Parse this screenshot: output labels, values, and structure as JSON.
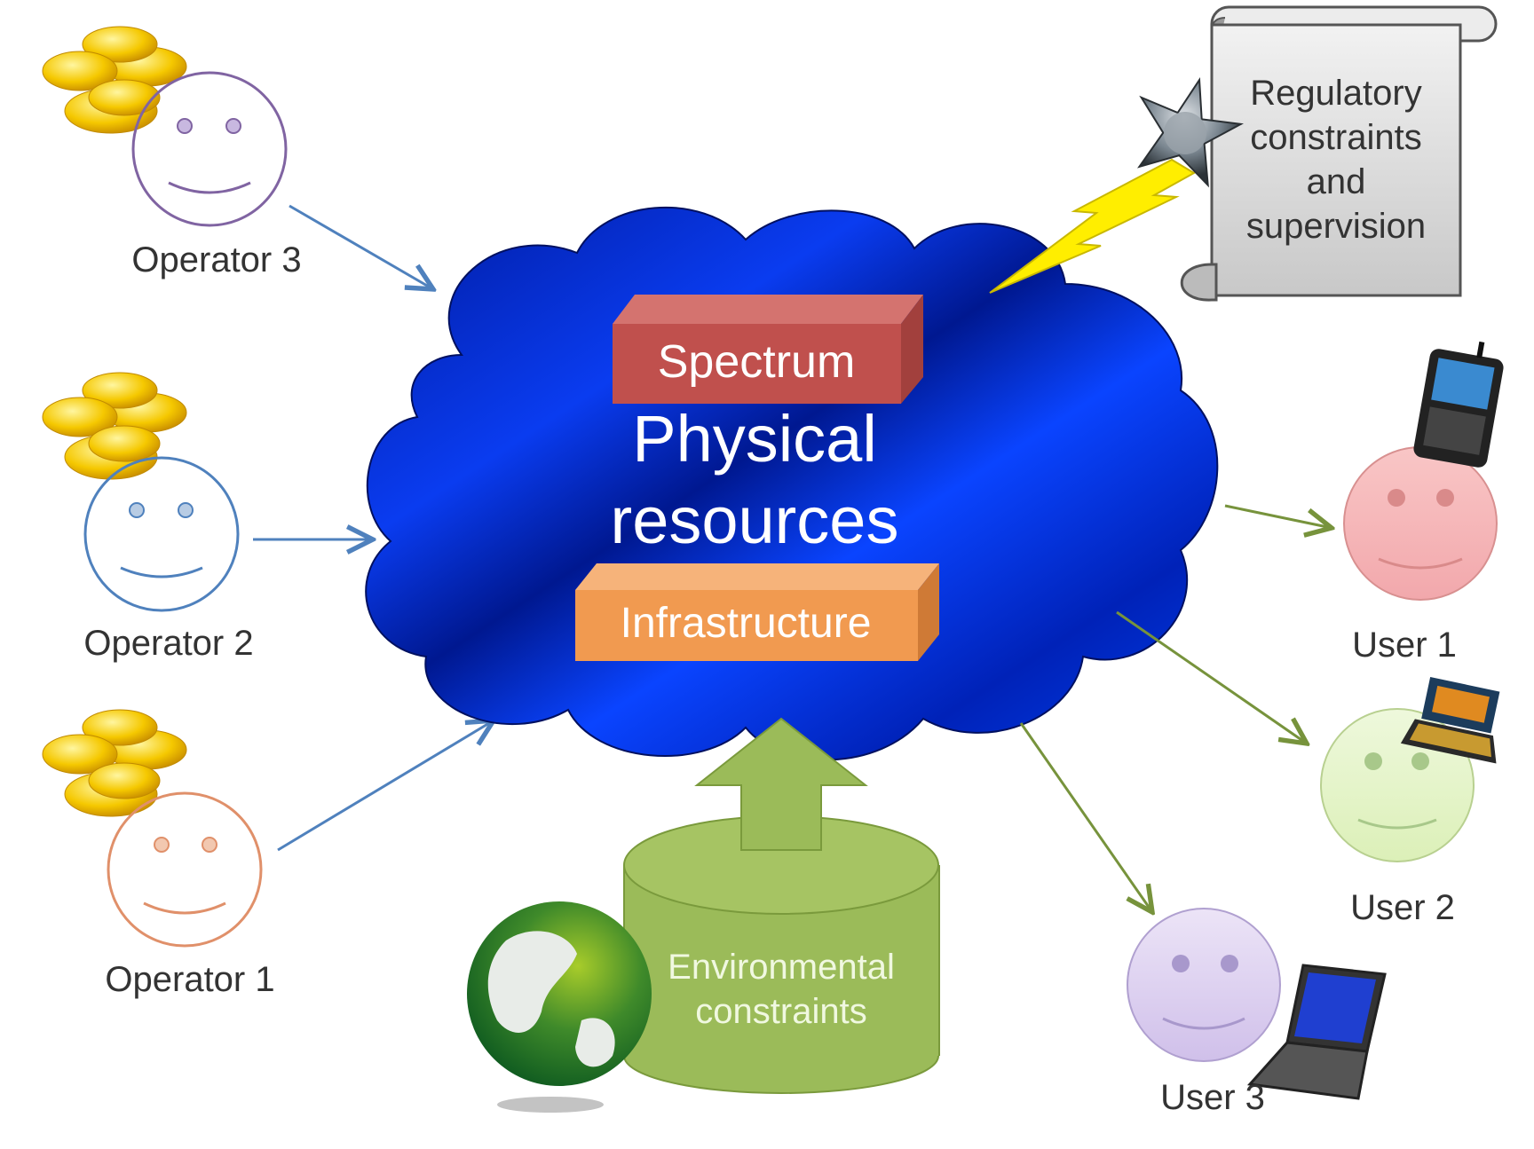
{
  "diagram": {
    "cloud": {
      "title_line1": "Physical",
      "title_line2": "resources",
      "color": "#0a2fd8"
    },
    "blocks": {
      "spectrum": {
        "label": "Spectrum",
        "color": "#c0504d"
      },
      "infrastructure": {
        "label": "Infrastructure",
        "color": "#f19a50"
      }
    },
    "regulatory": {
      "line1": "Regulatory",
      "line2": "constraints",
      "line3": "and",
      "line4": "supervision"
    },
    "environment": {
      "line1": "Environmental",
      "line2": "constraints",
      "color": "#9bbb59"
    },
    "operators": [
      {
        "label": "Operator 3",
        "color": "#8064a2"
      },
      {
        "label": "Operator 2",
        "color": "#4f81bd"
      },
      {
        "label": "Operator 1",
        "color": "#e0906a"
      }
    ],
    "users": [
      {
        "label": "User 1",
        "device": "smartphone",
        "color": "#f7b8b8"
      },
      {
        "label": "User 2",
        "device": "pda",
        "color": "#e3f5c4"
      },
      {
        "label": "User 3",
        "device": "laptop",
        "color": "#dcd0ef"
      }
    ],
    "arrow_colors": {
      "operator": "#4f81bd",
      "user": "#77933c"
    }
  }
}
